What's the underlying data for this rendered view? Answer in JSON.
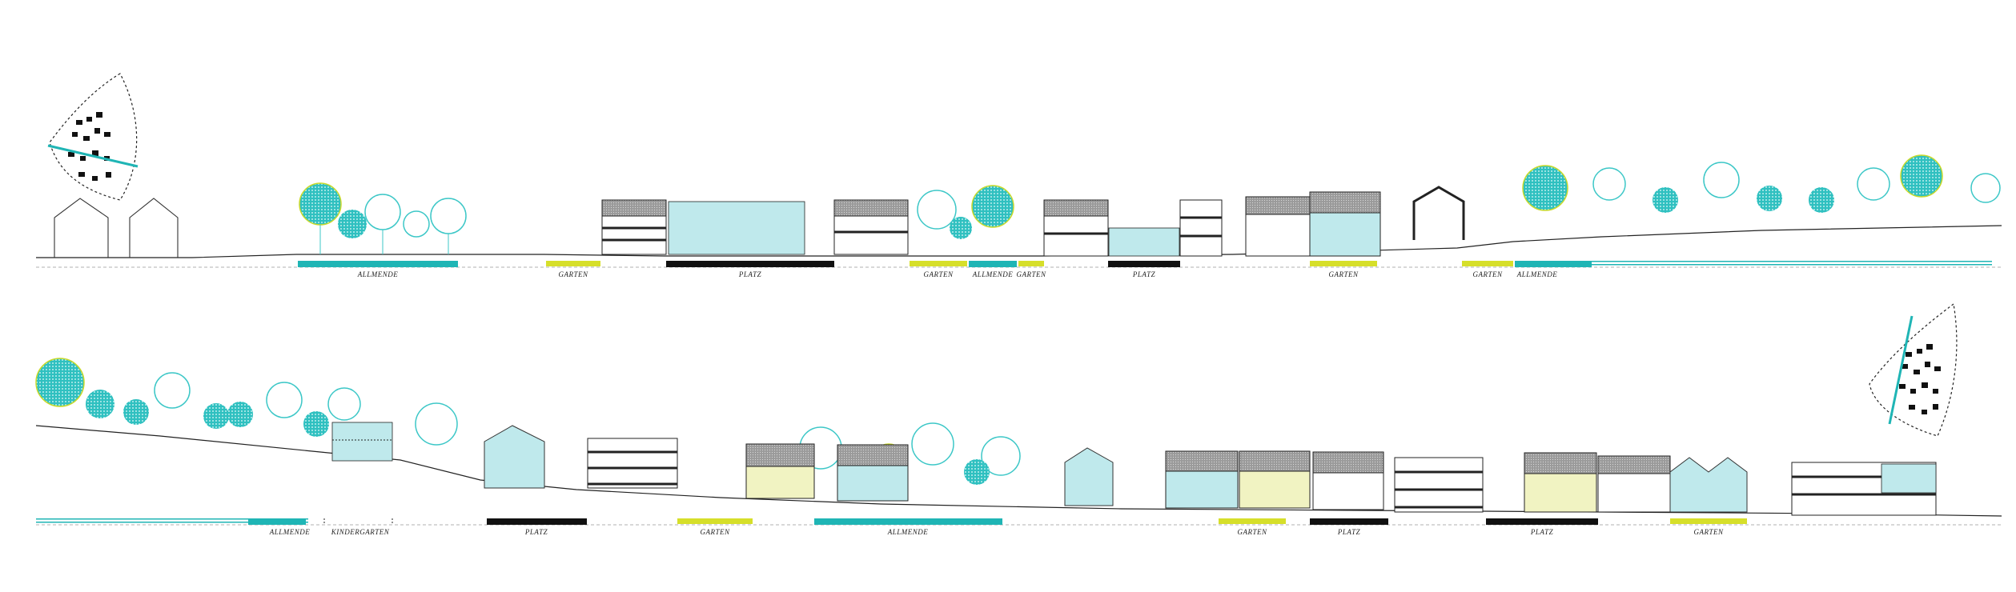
{
  "colors": {
    "allmende": "#1fb5b5",
    "garten": "#d6df2a",
    "platz": "#111111",
    "kindergarten": "#222222",
    "tree_teal": "#3cc7c7",
    "tree_lime": "#c9d92a",
    "building_fill": "#bfe9ec",
    "house_yellow": "#f1f3c2"
  },
  "top_row": {
    "zones": [
      {
        "type": "allmende",
        "label": "ALLMENDE"
      },
      {
        "type": "garten",
        "label": "GARTEN"
      },
      {
        "type": "platz",
        "label": "PLATZ"
      },
      {
        "type": "garten",
        "label": "GARTEN"
      },
      {
        "type": "allmende",
        "label": "ALLMENDE"
      },
      {
        "type": "garten",
        "label": "GARTEN"
      },
      {
        "type": "platz",
        "label": "PLATZ"
      },
      {
        "type": "garten",
        "label": "GARTEN"
      },
      {
        "type": "garten",
        "label": "GARTEN"
      },
      {
        "type": "allmende",
        "label": "ALLMENDE"
      }
    ]
  },
  "bottom_row": {
    "zones": [
      {
        "type": "allmende",
        "label": "ALLMENDE"
      },
      {
        "type": "kindergarten",
        "label": "KINDERGARTEN"
      },
      {
        "type": "platz",
        "label": "PLATZ"
      },
      {
        "type": "garten",
        "label": "GARTEN"
      },
      {
        "type": "allmende",
        "label": "ALLMENDE"
      },
      {
        "type": "garten",
        "label": "GARTEN"
      },
      {
        "type": "platz",
        "label": "PLATZ"
      },
      {
        "type": "platz",
        "label": "PLATZ"
      },
      {
        "type": "garten",
        "label": "GARTEN"
      }
    ]
  },
  "key_maps": [
    {
      "icon": "site-plan-key-map-icon"
    },
    {
      "icon": "site-plan-key-map-icon"
    }
  ]
}
